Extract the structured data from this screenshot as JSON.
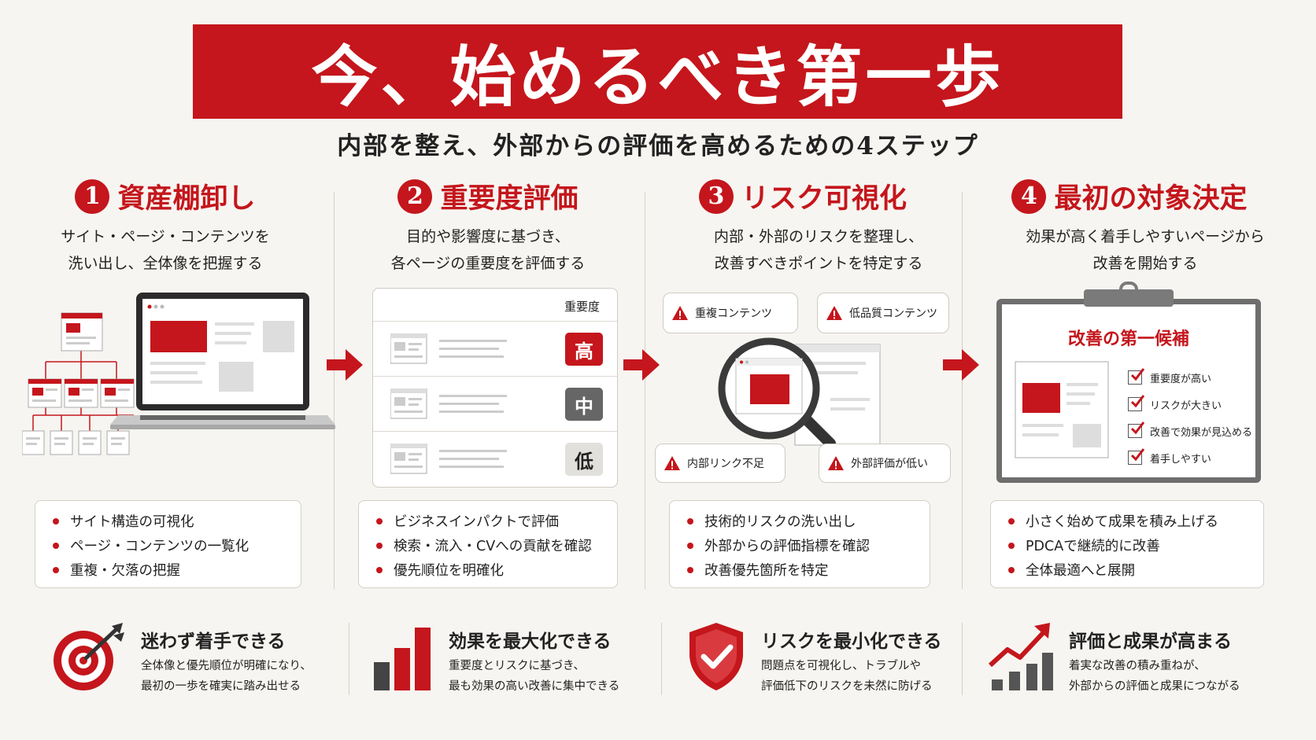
{
  "title": "今、始めるべき第一歩",
  "subtitle": "内部を整え、外部からの評価を高めるための4ステップ",
  "steps": [
    {
      "num": "1",
      "title": "資産棚卸し",
      "desc": [
        "サイト・ページ・コンテンツを",
        "洗い出し、全体像を把握する"
      ],
      "bullets": [
        "サイト構造の可視化",
        "ページ・コンテンツの一覧化",
        "重複・欠落の把握"
      ]
    },
    {
      "num": "2",
      "title": "重要度評価",
      "desc": [
        "目的や影響度に基づき、",
        "各ページの重要度を評価する"
      ],
      "bullets": [
        "ビジネスインパクトで評価",
        "検索・流入・CVへの貢献を確認",
        "優先順位を明確化"
      ]
    },
    {
      "num": "3",
      "title": "リスク可視化",
      "desc": [
        "内部・外部のリスクを整理し、",
        "改善すべきポイントを特定する"
      ],
      "bullets": [
        "技術的リスクの洗い出し",
        "外部からの評価指標を確認",
        "改善優先箇所を特定"
      ]
    },
    {
      "num": "4",
      "title": "最初の対象決定",
      "desc": [
        "効果が高く着手しやすいページから",
        "改善を開始する"
      ],
      "bullets": [
        "小さく始めて成果を積み上げる",
        "PDCAで継続的に改善",
        "全体最適へと展開"
      ]
    }
  ],
  "importance": {
    "header": "重要度",
    "levels": [
      "高",
      "中",
      "低"
    ]
  },
  "risks": [
    "重複コンテンツ",
    "低品質コンテンツ",
    "内部リンク不足",
    "外部評価が低い"
  ],
  "candidates": {
    "title": "改善の第一候補",
    "items": [
      "重要度が高い",
      "リスクが大きい",
      "改善で効果が見込める",
      "着手しやすい"
    ]
  },
  "benefits": [
    {
      "icon": "target-icon",
      "title": "迷わず着手できる",
      "desc": [
        "全体像と優先順位が明確になり、",
        "最初の一歩を確実に踏み出せる"
      ]
    },
    {
      "icon": "bar-chart-icon",
      "title": "効果を最大化できる",
      "desc": [
        "重要度とリスクに基づき、",
        "最も効果の高い改善に集中できる"
      ]
    },
    {
      "icon": "shield-check-icon",
      "title": "リスクを最小化できる",
      "desc": [
        "問題点を可視化し、トラブルや",
        "評価低下のリスクを未然に防げる"
      ]
    },
    {
      "icon": "growth-chart-icon",
      "title": "評価と成果が高まる",
      "desc": [
        "着実な改善の積み重ねが、",
        "外部からの評価と成果につながる"
      ]
    }
  ],
  "colors": {
    "accent": "#c4161c",
    "background": "#f7f5f1",
    "mid_gray": "#666666",
    "light_gray": "#e2e0dc"
  }
}
